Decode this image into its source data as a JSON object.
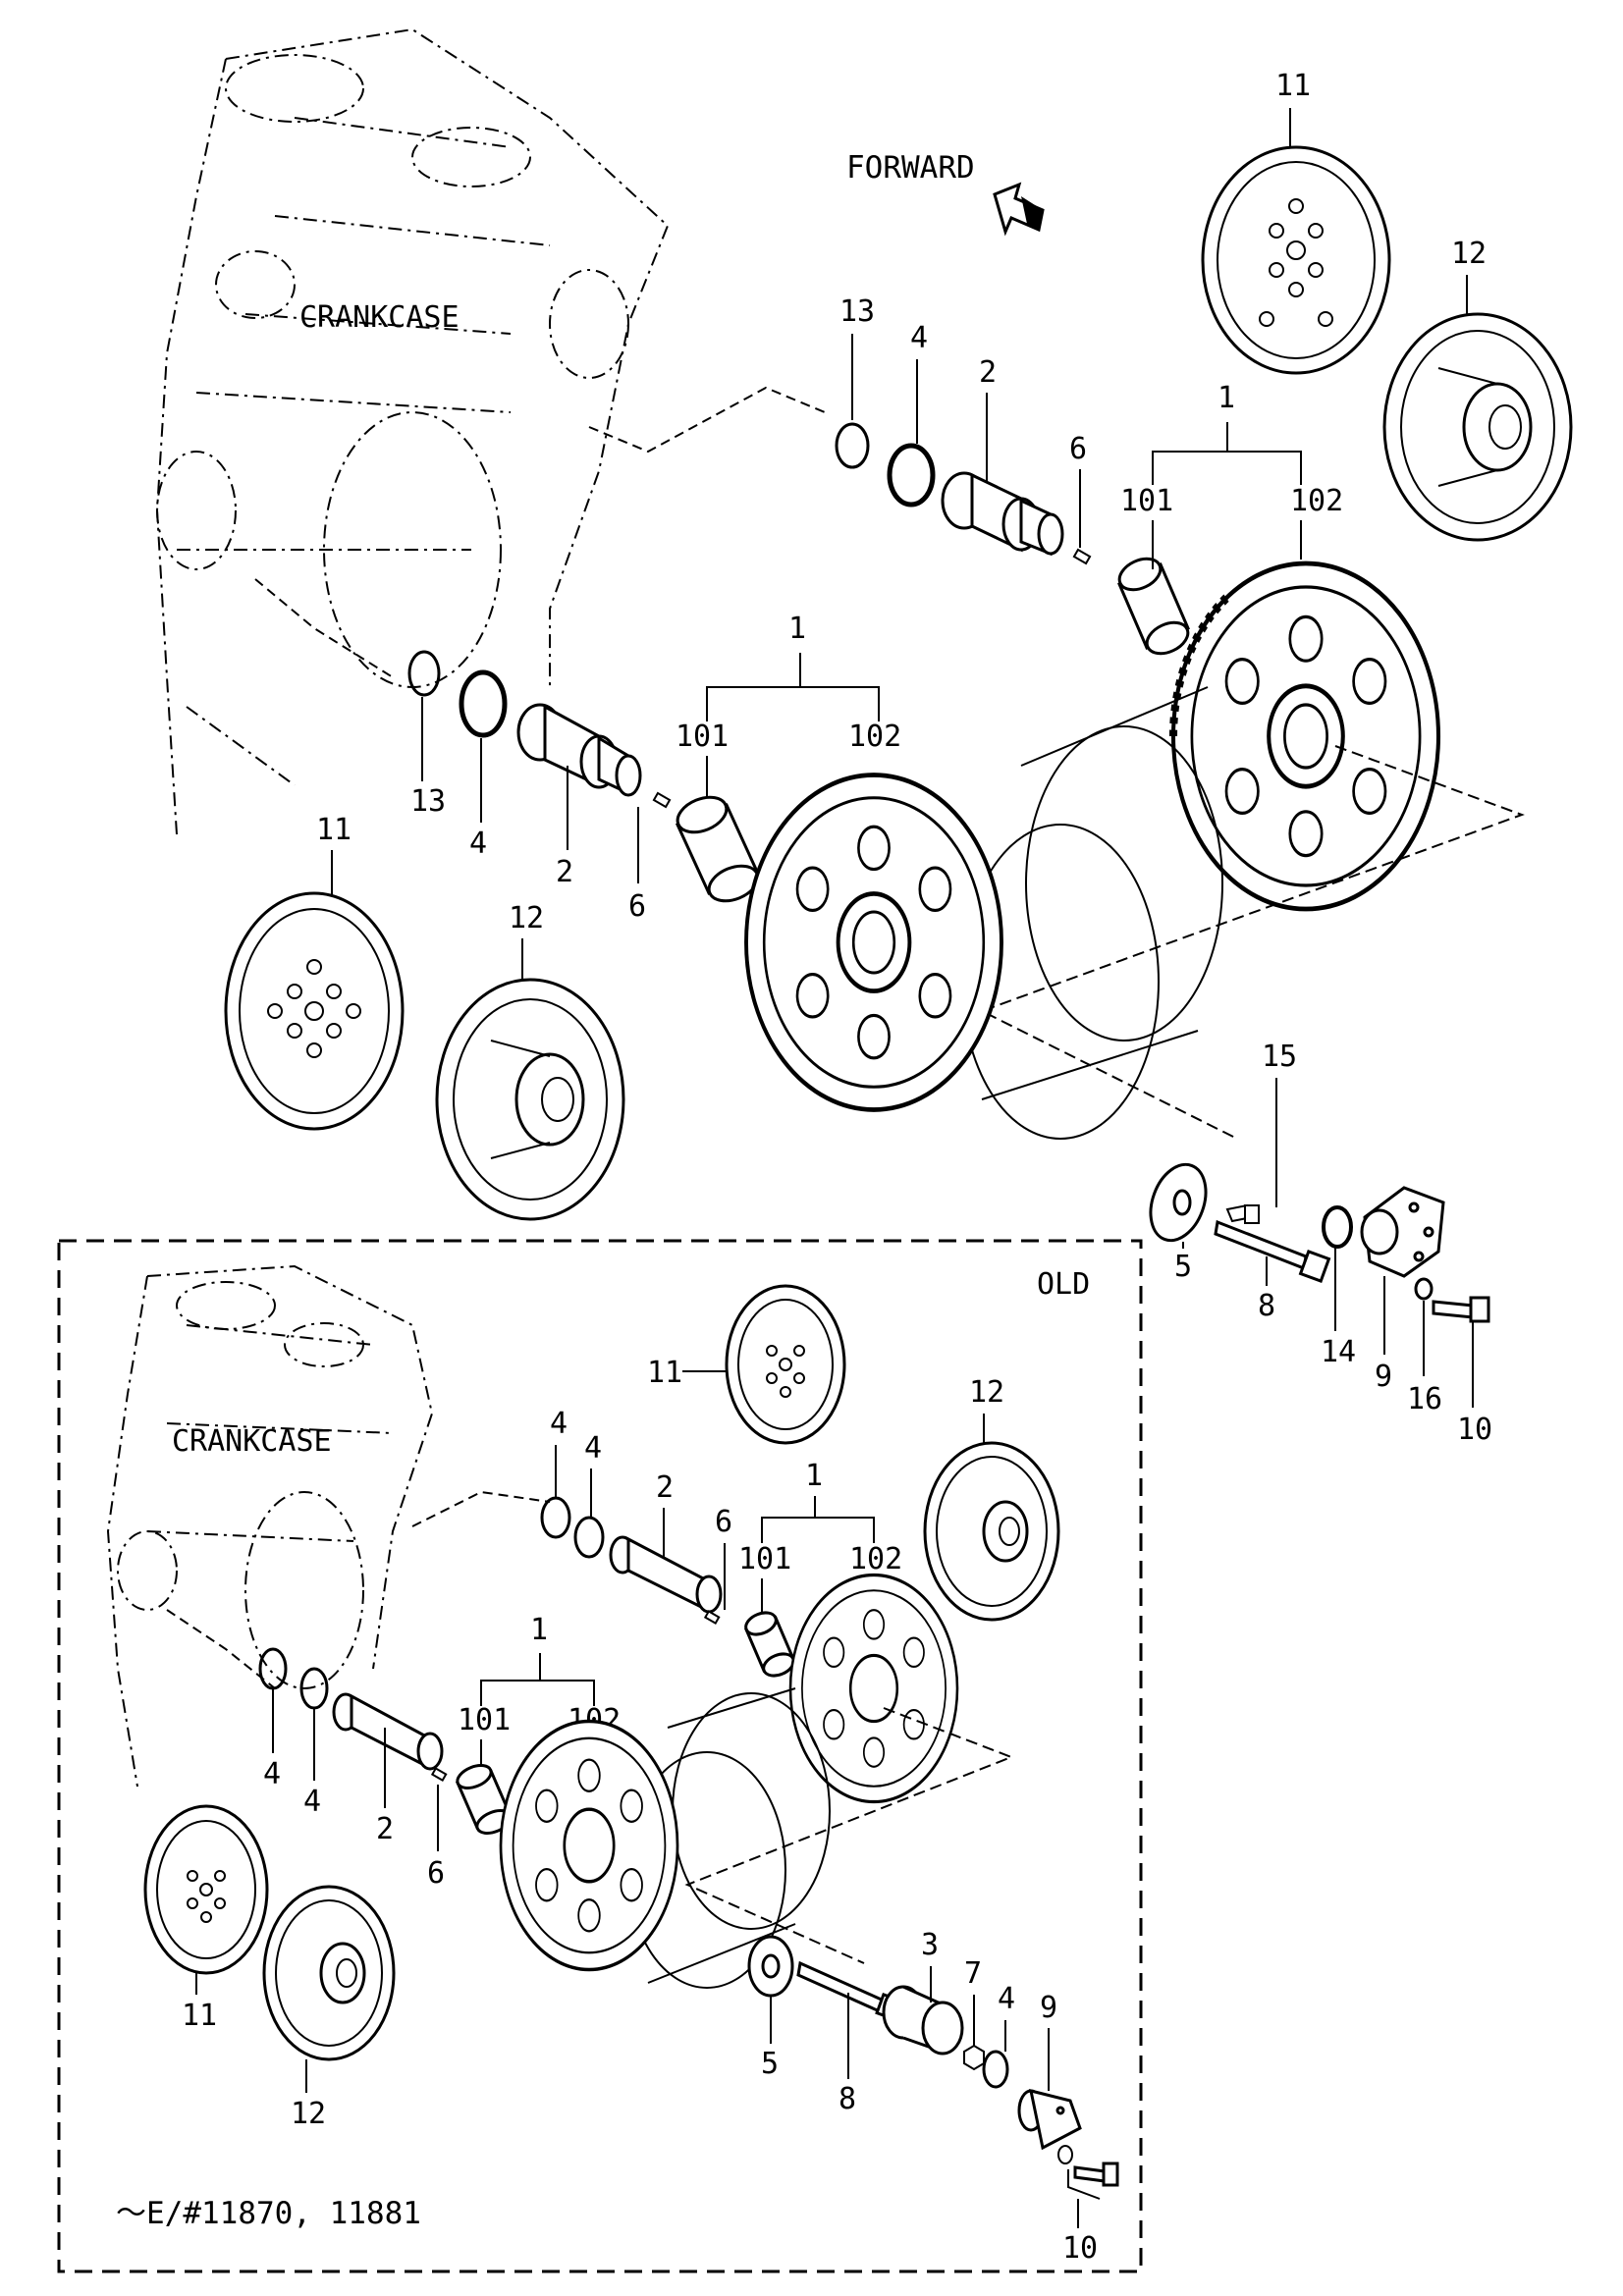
{
  "labels": {
    "forward": "FORWARD",
    "crankcase": "CRANKCASE",
    "old": "OLD",
    "serial": "～E/#11870, 11881"
  },
  "callouts": {
    "top": {
      "c11a": "11",
      "c12a": "12",
      "c13a": "13",
      "c4a": "4",
      "c2a": "2",
      "c6a": "6",
      "c1a": "1",
      "c101a": "101",
      "c102a": "102",
      "c1b": "1",
      "c101b": "101",
      "c102b": "102",
      "c13b": "13",
      "c4b": "4",
      "c2b": "2",
      "c6b": "6",
      "c11b": "11",
      "c12b": "12",
      "c15": "15",
      "c5": "5",
      "c8": "8",
      "c14": "14",
      "c9": "9",
      "c16": "16",
      "c10": "10"
    },
    "old": {
      "c11a": "11",
      "c12a": "12",
      "c4a": "4",
      "c4b": "4",
      "c2a": "2",
      "c6a": "6",
      "c1a": "1",
      "c101a": "101",
      "c102a": "102",
      "c1b": "1",
      "c101b": "101",
      "c102b": "102",
      "c4c": "4",
      "c4d": "4",
      "c2b": "2",
      "c6b": "6",
      "c11b": "11",
      "c12b": "12",
      "c3": "3",
      "c7": "7",
      "c4e": "4",
      "c9": "9",
      "c5": "5",
      "c8": "8",
      "c10": "10"
    }
  }
}
